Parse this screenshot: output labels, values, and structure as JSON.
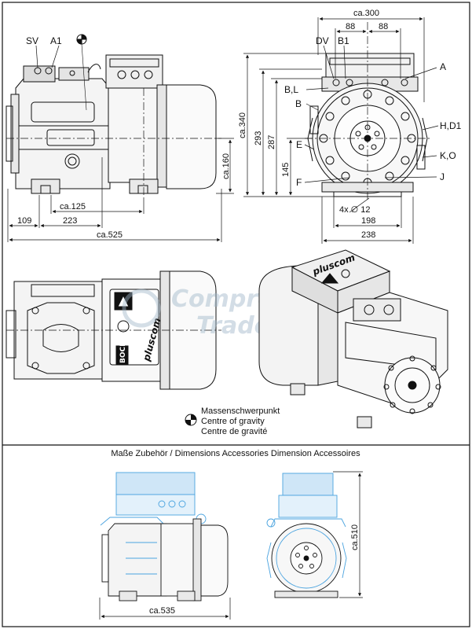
{
  "views": {
    "side_view_labels": {
      "sv": "SV",
      "a1": "A1"
    },
    "front_view_labels": {
      "dv": "DV",
      "b1": "B1",
      "a": "A",
      "bl": "B,L",
      "b": "B",
      "hd1": "H,D1",
      "e": "E",
      "ko": "K,O",
      "f": "F",
      "j": "J"
    },
    "dimensions": {
      "width_front": "ca.300",
      "dim_88_left": "88",
      "dim_88_right": "88",
      "height_340": "ca.340",
      "height_293": "293",
      "height_287": "287",
      "height_145": "145",
      "height_160": "ca.160",
      "holes": "4x ∅ 12",
      "dim_198": "198",
      "dim_238": "238",
      "dim_109": "109",
      "dim_125": "ca.125",
      "dim_223": "223",
      "dim_525": "ca.525",
      "acc_width": "ca.535",
      "acc_height": "ca.510"
    }
  },
  "product": {
    "brand_text": "pluscom",
    "badge_text": "BOCK"
  },
  "watermark": {
    "line1": "Compressor",
    "line2": "Trade"
  },
  "legend": {
    "line1": "Massenschwerpunkt",
    "line2": "Centre of gravity",
    "line3": "Centre de gravité"
  },
  "accessories": {
    "title": "Maße Zubehör / Dimensions Accessories Dimension Accessoires"
  },
  "colors": {
    "line": "#111111",
    "accent_blue": "#4aa3df",
    "watermark": "#9fb6c8"
  }
}
